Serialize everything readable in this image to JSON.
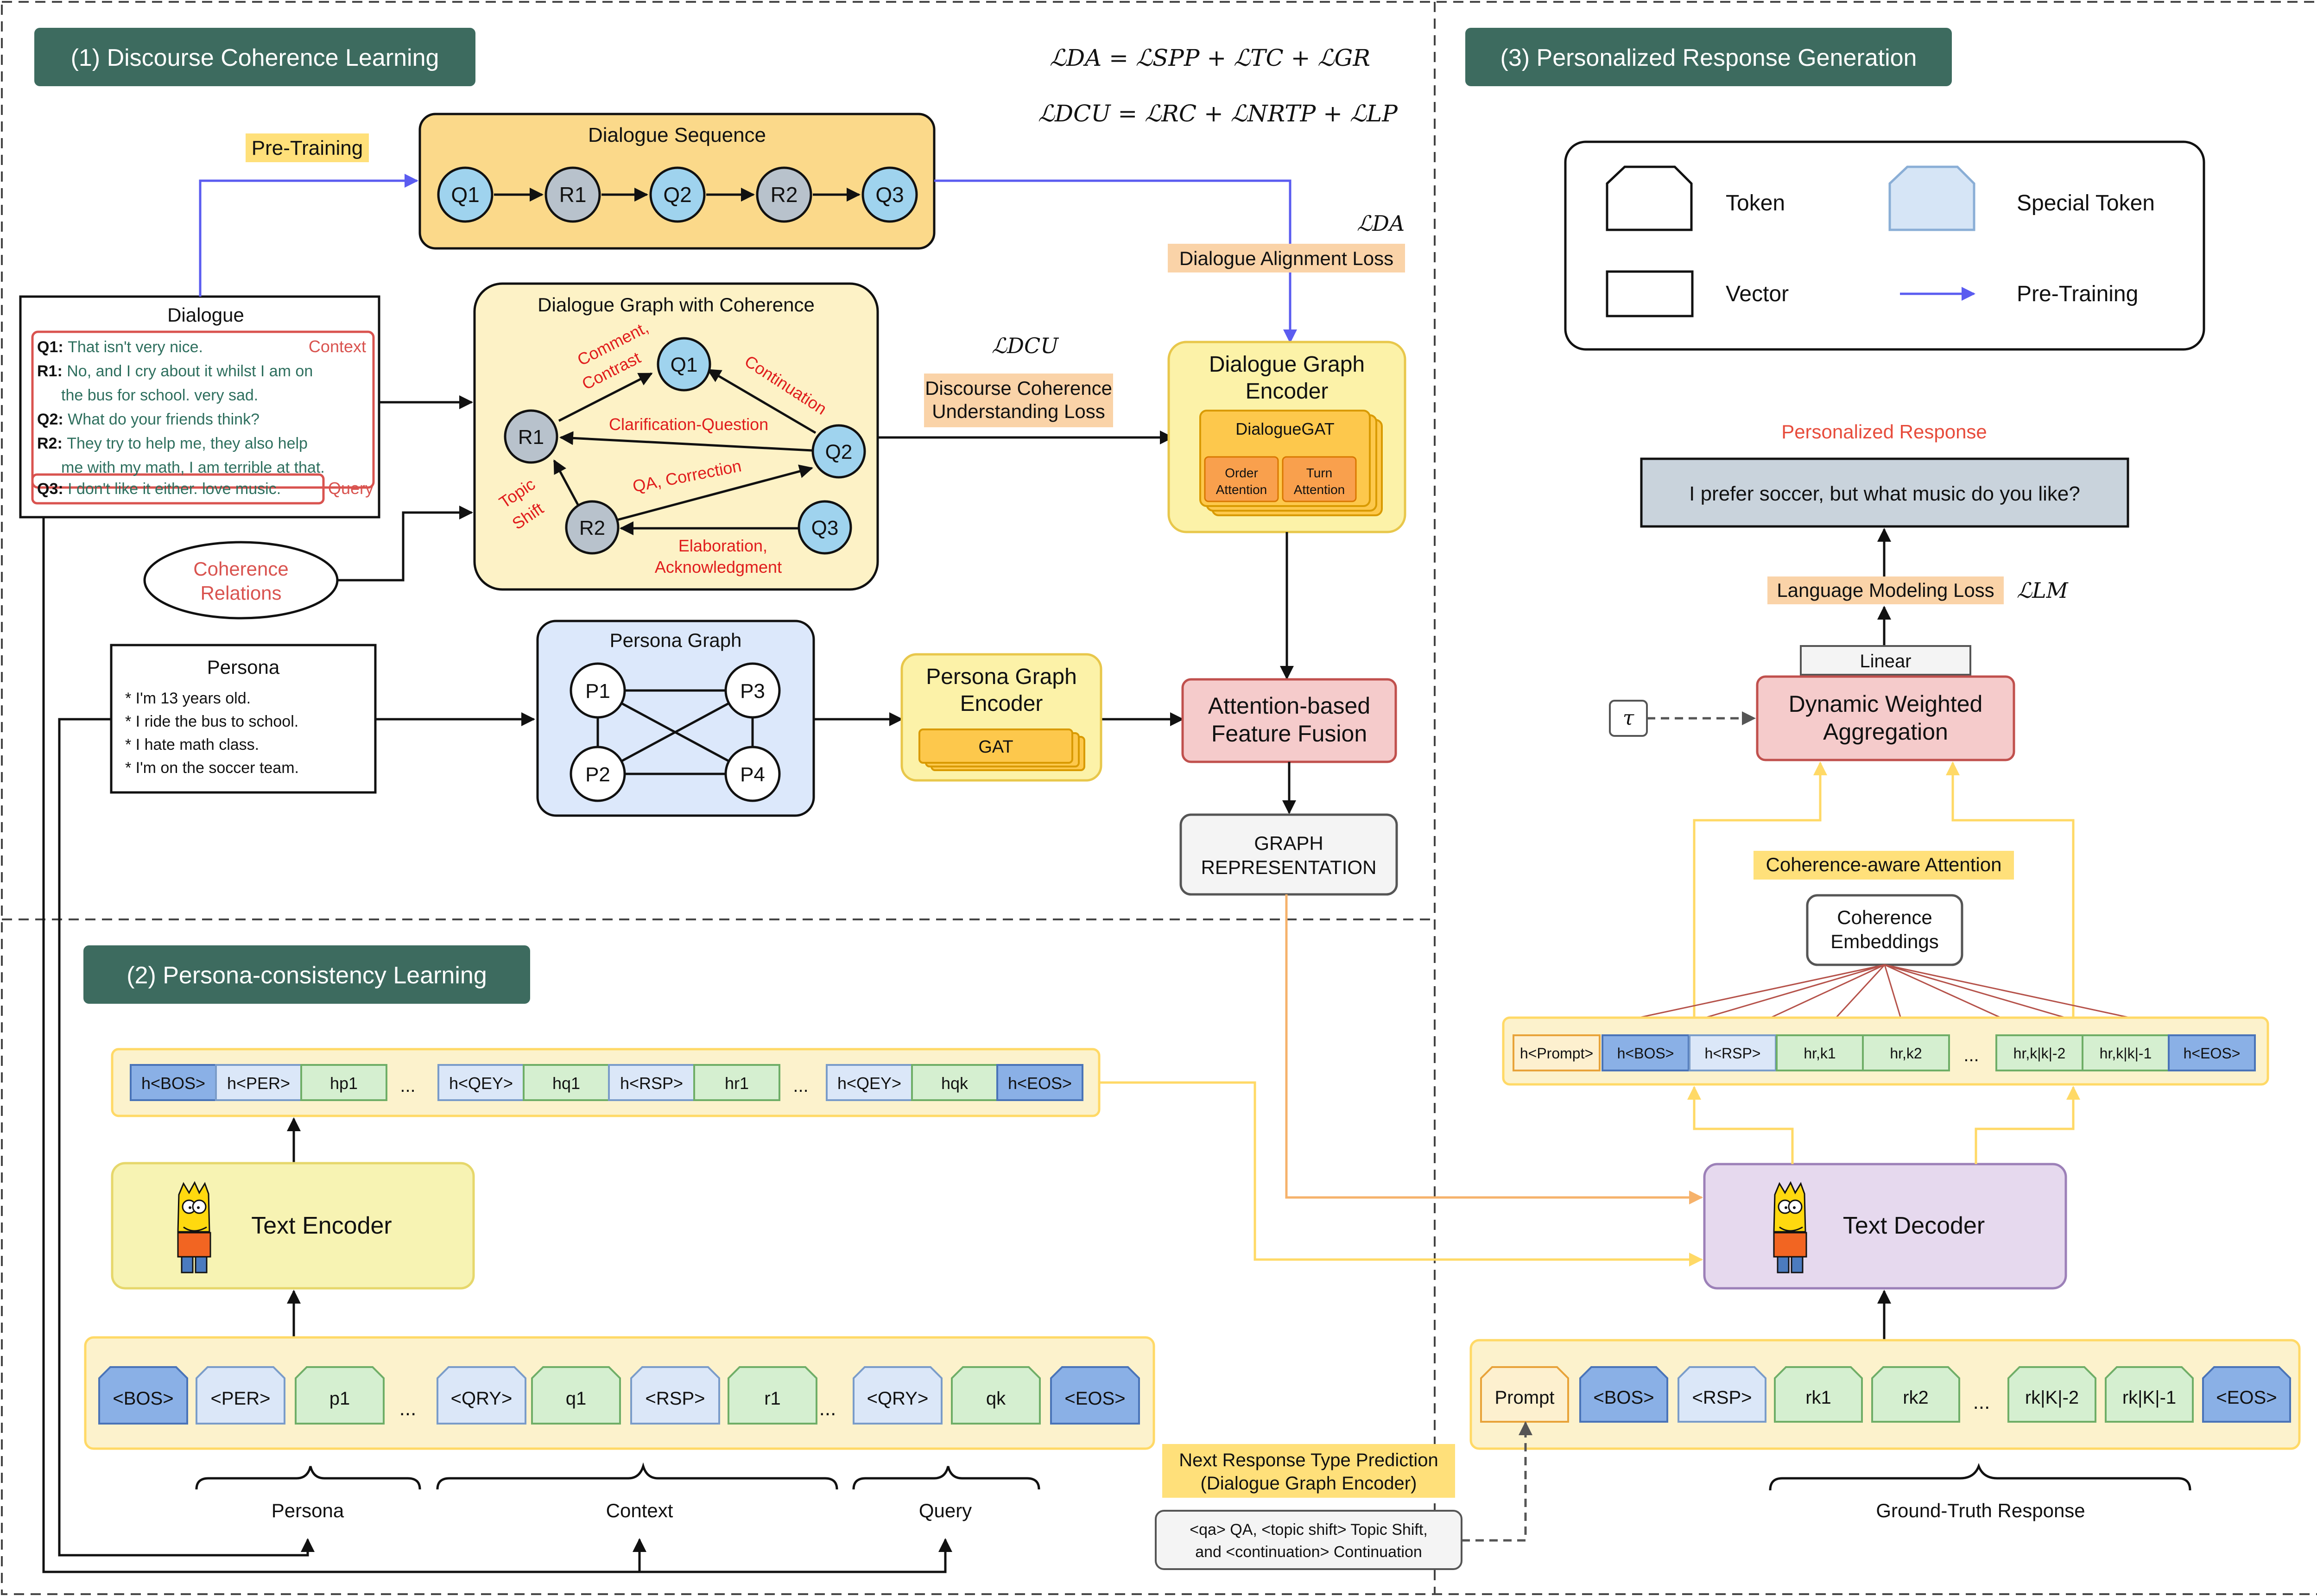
{
  "sections": {
    "s1": "(1) Discourse Coherence Learning",
    "s2": "(2) Persona-consistency Learning",
    "s3": "(3) Personalized Response Generation"
  },
  "formulas": {
    "da": "ℒDA = ℒSPP + ℒTC + ℒGR",
    "dcu": "ℒDCU = ℒRC + ℒNRTP + ℒLP",
    "l_da": "ℒDA",
    "l_dcu": "ℒDCU",
    "l_lm": "ℒLM"
  },
  "labels": {
    "pretraining": "Pre-Training",
    "dialogue_alignment_loss": "Dialogue Alignment Loss",
    "dcu_loss_1": "Discourse Coherence",
    "dcu_loss_2": "Understanding Loss",
    "lm_loss": "Language Modeling Loss",
    "coherence_attention": "Coherence-aware Attention",
    "personalized_response_title": "Personalized Response",
    "personalized_response": "I prefer soccer, but what music do you like?",
    "nrtp_1": "Next Response Type Prediction",
    "nrtp_2": "(Dialogue Graph Encoder)",
    "nrtp_box_1": "<qa> QA, <topic shift> Topic Shift,",
    "nrtp_box_2": "and <continuation> Continuation"
  },
  "dialogue_sequence": {
    "title": "Dialogue Sequence",
    "nodes": [
      "Q1",
      "R1",
      "Q2",
      "R2",
      "Q3"
    ]
  },
  "dialogue": {
    "title": "Dialogue",
    "context_tag": "Context",
    "query_tag": "Query",
    "lines": [
      {
        "spk": "Q1:",
        "text": "That isn't very nice."
      },
      {
        "spk": "R1:",
        "text": "No, and I cry about it whilst I am on"
      },
      {
        "spk": "",
        "text": "the bus for school. very sad."
      },
      {
        "spk": "Q2:",
        "text": "What do your friends think?"
      },
      {
        "spk": "R2:",
        "text": "They try to help me, they also help"
      },
      {
        "spk": "",
        "text": "me with my math, I am terrible at that."
      },
      {
        "spk": "Q3:",
        "text": "I don't like it either. love music."
      }
    ]
  },
  "coherence_relations": [
    "Coherence",
    "Relations"
  ],
  "dialogue_graph": {
    "title": "Dialogue Graph with Coherence",
    "edges": {
      "comment_1": "Comment,",
      "comment_2": "Contrast",
      "continuation": "Continuation",
      "clarification": "Clarification-Question",
      "qa": "QA, Correction",
      "topic_1": "Topic",
      "topic_2": "Shift",
      "elab_1": "Elaboration,",
      "elab_2": "Acknowledgment"
    }
  },
  "dialogue_graph_encoder": {
    "title_1": "Dialogue Graph",
    "title_2": "Encoder",
    "inner": "DialogueGAT",
    "order_1": "Order",
    "order_2": "Attention",
    "turn_1": "Turn",
    "turn_2": "Attention"
  },
  "persona": {
    "title": "Persona",
    "lines": [
      "* I'm 13 years old.",
      "* I ride the bus to school.",
      "* I hate math class.",
      "* I'm on the soccer team."
    ]
  },
  "persona_graph": {
    "title": "Persona Graph",
    "nodes": [
      "P1",
      "P2",
      "P3",
      "P4"
    ]
  },
  "persona_graph_encoder": {
    "title_1": "Persona Graph",
    "title_2": "Encoder",
    "inner": "GAT"
  },
  "fusion": {
    "line_1": "Attention-based",
    "line_2": "Feature Fusion"
  },
  "graph_rep": {
    "line_1": "GRAPH",
    "line_2": "REPRESENTATION"
  },
  "legend": {
    "token": "Token",
    "special_token": "Special Token",
    "vector": "Vector",
    "pretraining": "Pre-Training"
  },
  "aggregation": {
    "line_1": "Dynamic Weighted",
    "line_2": "Aggregation",
    "linear": "Linear",
    "tau": "τ"
  },
  "coherence_embeddings": [
    "Coherence",
    "Embeddings"
  ],
  "text_encoder": "Text Encoder",
  "text_decoder": "Text Decoder",
  "encoder_hidden": [
    "h<BOS>",
    "h<PER>",
    "hp1",
    "...",
    "h<QEY>",
    "hq1",
    "h<RSP>",
    "hr1",
    "...",
    "h<QEY>",
    "hqk",
    "h<EOS>"
  ],
  "encoder_tokens": [
    "<BOS>",
    "<PER>",
    "p1",
    "...",
    "<QRY>",
    "q1",
    "<RSP>",
    "r1",
    "...",
    "<QRY>",
    "qk",
    "<EOS>"
  ],
  "brace_labels": [
    "Persona",
    "Context",
    "Query"
  ],
  "decoder_hidden": [
    "h<Prompt>",
    "h<BOS>",
    "h<RSP>",
    "hr,k1",
    "hr,k2",
    "...",
    "hr,k|k|-2",
    "hr,k|k|-1",
    "h<EOS>"
  ],
  "decoder_tokens": [
    "Prompt",
    "<BOS>",
    "<RSP>",
    "rk1",
    "rk2",
    "...",
    "rk|K|-2",
    "rk|K|-1",
    "<EOS>"
  ],
  "ground_truth": "Ground-Truth Response",
  "colors": {
    "section_header": "#3d6b5f",
    "yellow_panel": "#fcf2cc",
    "orange_panel": "#fbd98a",
    "blue_panel": "#dce8fb",
    "pink_box": "#f5cbcb",
    "purple_box": "#e6d9ee",
    "arrow_blue": "#5b5cf0",
    "arrow_orange": "#f6b26b",
    "arrow_yellow": "#ffd966",
    "highlight_orange": "#fad3a8",
    "highlight_yellow": "#ffe07a"
  }
}
